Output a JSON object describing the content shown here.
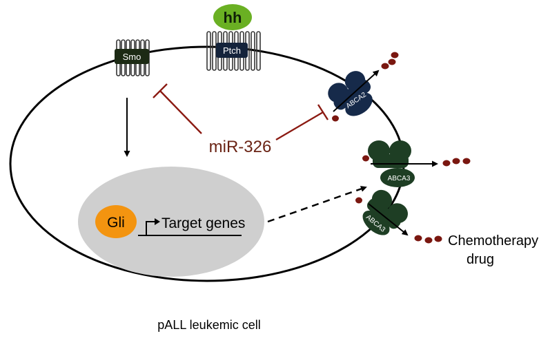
{
  "labels": {
    "hh": "hh",
    "ptch": "Ptch",
    "smo": "Smo",
    "mir": "miR-326",
    "gli": "Gli",
    "target": "Target genes",
    "abca2": "ABCA2",
    "abca3_top": "ABCA3",
    "abca3_bottom": "ABCA3",
    "chemo_line1": "Chemotherapy",
    "chemo_line2": "drug",
    "cell": "pALL leukemic cell"
  },
  "colors": {
    "membrane": "#000000",
    "hh": "#6ab023",
    "ptch": "#14233b",
    "smo": "#1c2a14",
    "mir_text": "#6a2314",
    "inhibition": "#8b1a12",
    "nucleus": "#cfcfcf",
    "gli": "#f39410",
    "abca2": "#162a4a",
    "abca3": "#1e3e24",
    "drug": "#7a1710"
  },
  "icons": {
    "membrane_receptor": "seven-pass-transmembrane-icon",
    "transporter": "abc-transporter-icon",
    "drug_molecule": "dot-icon"
  }
}
